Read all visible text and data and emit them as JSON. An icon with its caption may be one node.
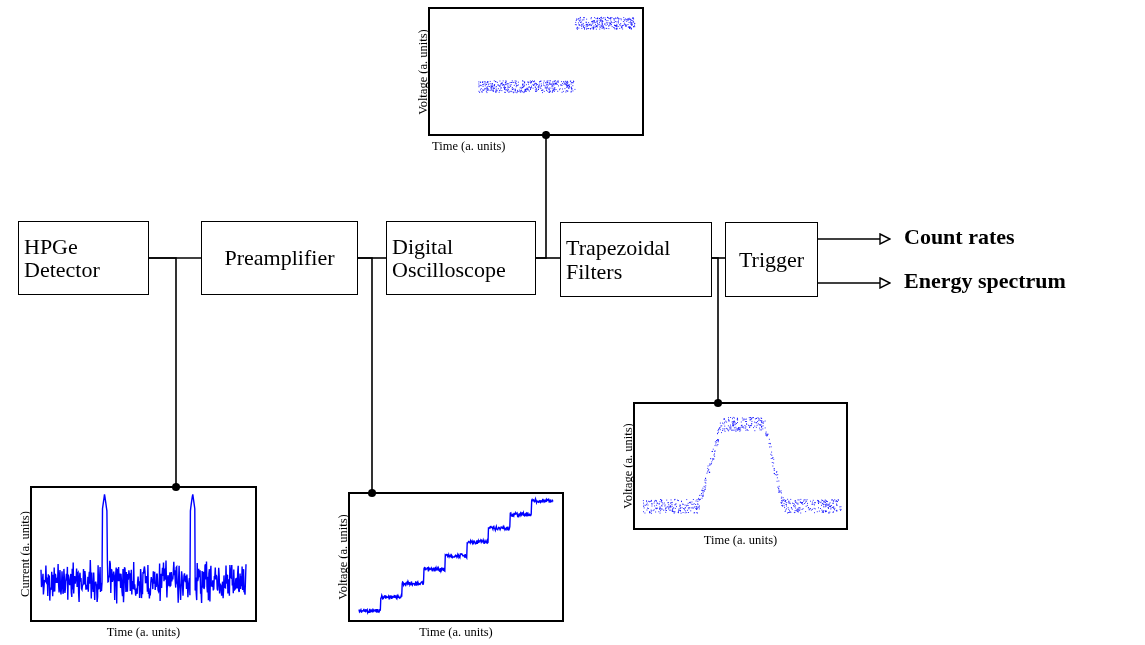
{
  "diagram": {
    "nodes": [
      {
        "text": [
          "HPGe Detector"
        ]
      },
      {
        "text": [
          "Preamplifier"
        ]
      },
      {
        "text": [
          "Digital Oscilloscope"
        ]
      },
      {
        "text": [
          "Trapezoidal Filters"
        ]
      },
      {
        "text": [
          "Trigger"
        ]
      },
      {
        "text": [
          "Count rates"
        ]
      },
      {
        "text": [
          "Energy spectrum"
        ]
      },
      {
        "text": [
          "Voltage (a. units)",
          "Time (a. units)"
        ]
      },
      {
        "text": [
          "Voltage (a. units)",
          "Time (a. units)"
        ]
      },
      {
        "text": [
          "Current (a. units)",
          "Time (a. units)"
        ]
      },
      {
        "text": [
          "Voltage (a. units)",
          "Time (a. units)"
        ]
      }
    ],
    "edges": [
      {
        "from": 0,
        "to": 1,
        "arrow": "none"
      },
      {
        "from": 1,
        "to": 2,
        "arrow": "none"
      },
      {
        "from": 2,
        "to": 3,
        "arrow": "none"
      },
      {
        "from": 3,
        "to": 4,
        "arrow": "none"
      },
      {
        "from": 4,
        "to": 5,
        "arrow": "to"
      },
      {
        "from": 4,
        "to": 6,
        "arrow": "to"
      },
      {
        "from": 0,
        "to": 9,
        "arrow": "other"
      },
      {
        "from": 1,
        "to": 10,
        "arrow": "other"
      },
      {
        "from": 2,
        "to": 7,
        "arrow": "other"
      },
      {
        "from": 3,
        "to": 8,
        "arrow": "other"
      }
    ]
  }
}
